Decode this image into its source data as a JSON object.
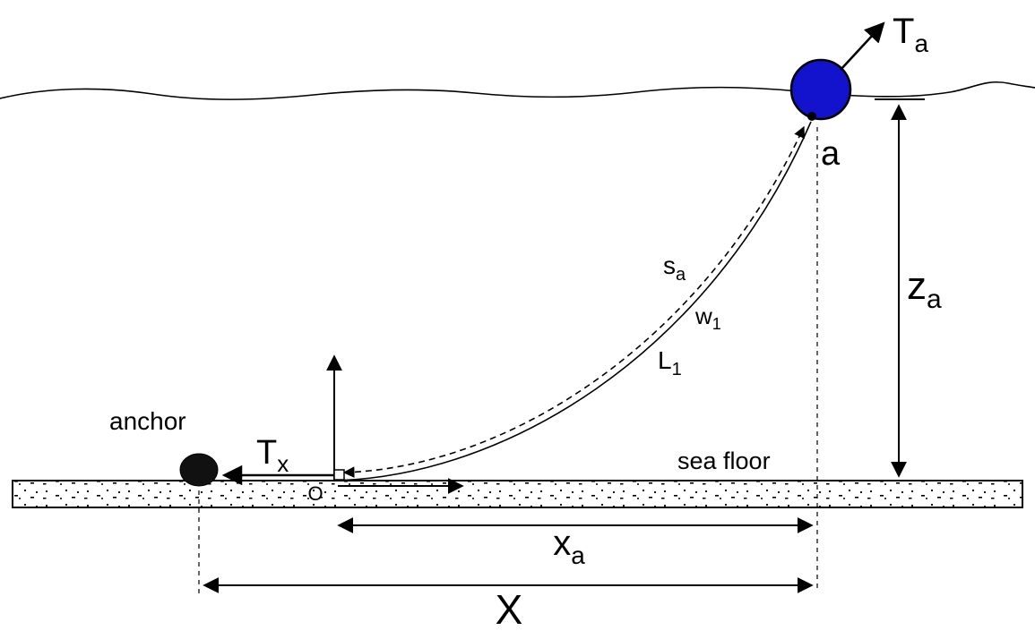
{
  "diagram": {
    "name": "catenary-mooring-line-diagram",
    "labels": {
      "tension_at_buoy": {
        "main": "T",
        "sub": "a"
      },
      "buoy_point": "a",
      "arc_length": {
        "main": "s",
        "sub": "a"
      },
      "unit_weight": {
        "main": "w",
        "sub": "1"
      },
      "line_length": {
        "main": "L",
        "sub": "1"
      },
      "anchor": "anchor",
      "horizontal_tension": {
        "main": "T",
        "sub": "x"
      },
      "origin": "O",
      "sea_floor": "sea floor",
      "horizontal_distance": {
        "main": "x",
        "sub": "a"
      },
      "total_distance": "X",
      "vertical_distance": {
        "main": "z",
        "sub": "a"
      }
    },
    "colors": {
      "buoy_fill": "#1313cd",
      "ink": "#000000",
      "background": "#ffffff"
    }
  }
}
